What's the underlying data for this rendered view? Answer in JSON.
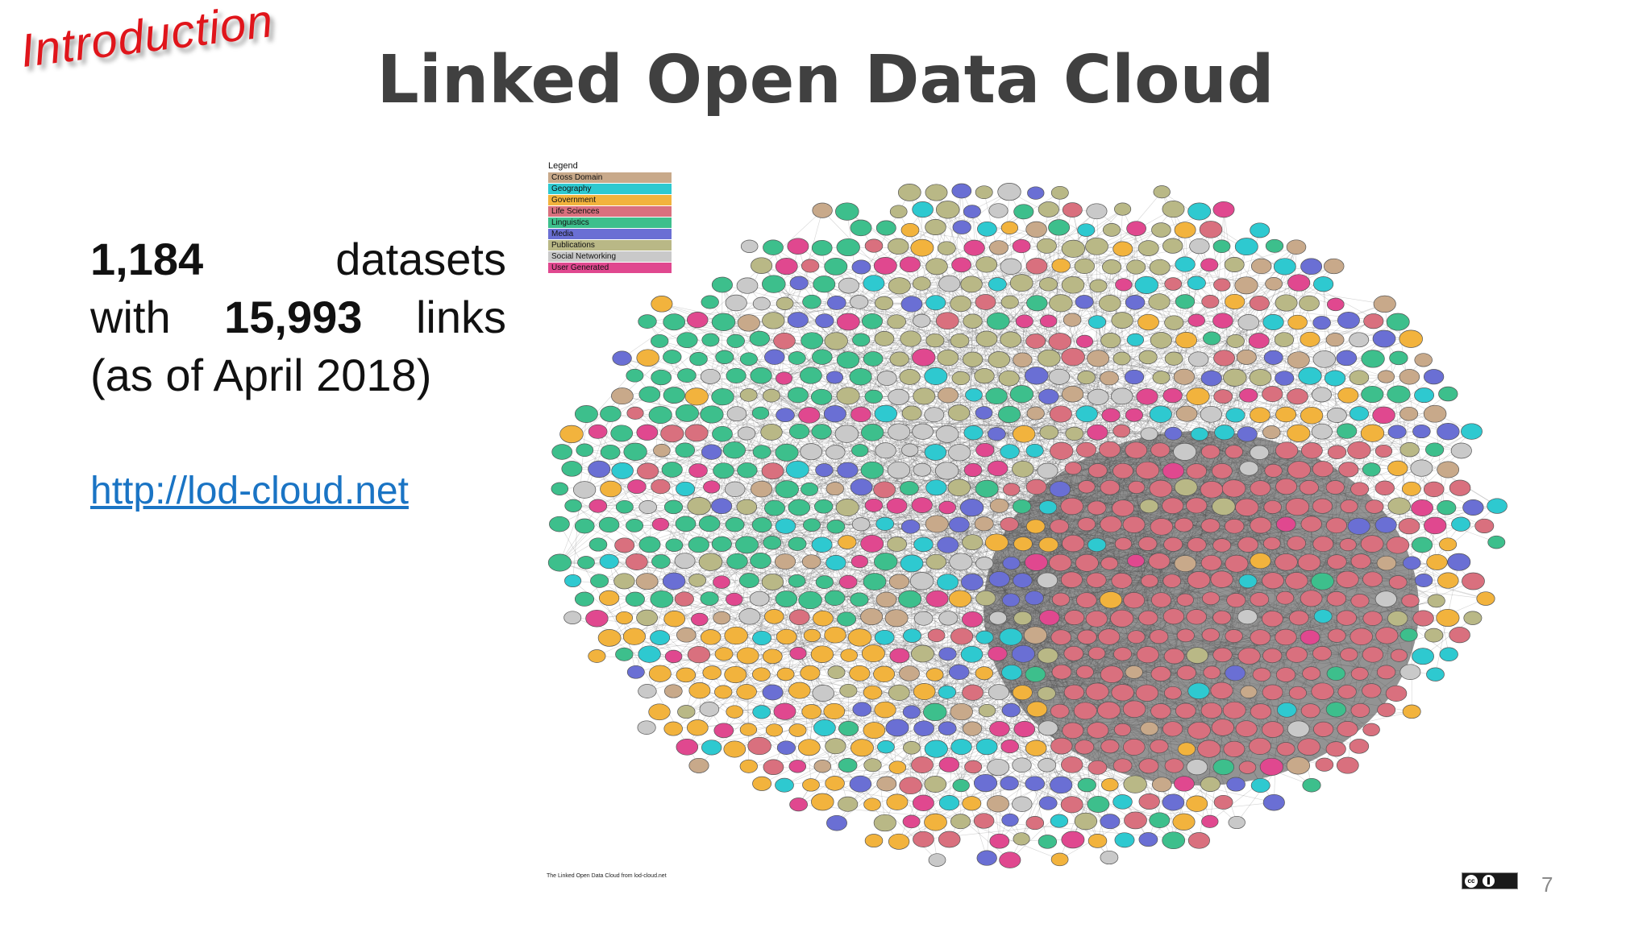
{
  "slide": {
    "section_tag": "Introduction",
    "title": "Linked Open Data Cloud",
    "stats": {
      "count_datasets": "1,184",
      "word_datasets": "datasets",
      "word_with": "with",
      "count_links": "15,993",
      "word_links": "links",
      "as_of": "(as of April 2018)"
    },
    "link_text": "http://lod-cloud.net",
    "page_number": "7"
  },
  "figure": {
    "legend_title": "Legend",
    "legend": [
      {
        "label": "Cross Domain",
        "color": "#c8a98a"
      },
      {
        "label": "Geography",
        "color": "#2ec9d0"
      },
      {
        "label": "Government",
        "color": "#f2b33d"
      },
      {
        "label": "Life Sciences",
        "color": "#d9707e"
      },
      {
        "label": "Linguistics",
        "color": "#3dbf8c"
      },
      {
        "label": "Media",
        "color": "#6a6fd4"
      },
      {
        "label": "Publications",
        "color": "#b9b886"
      },
      {
        "label": "Social Networking",
        "color": "#c9c9c9"
      },
      {
        "label": "User Generated",
        "color": "#e0488f"
      }
    ],
    "caption": "The Linked Open Data Cloud from lod-cloud.net",
    "license": {
      "cc": "cc",
      "by": "BY"
    }
  }
}
